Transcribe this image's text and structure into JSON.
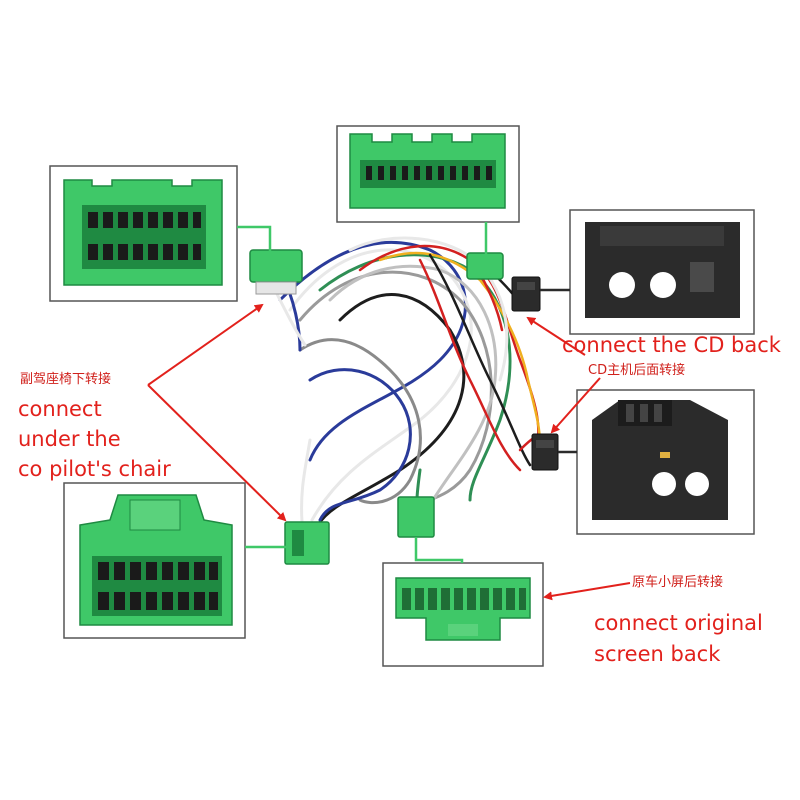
{
  "labels": {
    "cd_back": "connect the CD back",
    "cd_back_cn": "CD主机后面转接",
    "seat_cn": "副驾座椅下转接",
    "seat": "connect\nunder the\nco pilot's chair",
    "screen_cn": "原车小屏后转接",
    "screen": "connect original\nscreen back"
  },
  "colors": {
    "connector_green": "#3fc868",
    "connector_dark_green": "#1f8a42",
    "black_connector": "#2b2b2b",
    "frame": "#555555",
    "annotation_red": "#e2211c"
  }
}
